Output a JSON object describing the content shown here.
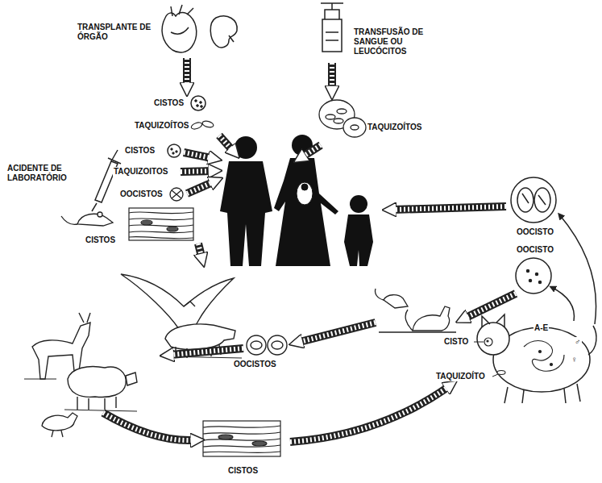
{
  "diagram": {
    "labels": [
      "TRANSPLANTE DE ÓRGÃO",
      "TRANSFUSÃO DE SANGUE OU LEUCÓCITOS",
      "CISTOS",
      "TAQUIZOÍTOS",
      "TAQUIZOÍTOS",
      "CISTOS",
      "ACIDENTE DE LABORATÓRIO",
      "TAQUIZOITOS",
      "OOCISTOS",
      "CISTOS",
      "OOCISTO",
      "OOCISTO",
      "A-E",
      "♂",
      "♀",
      "CISTO",
      "TAQUIZOÍTO",
      "OOCISTOS",
      "CISTOS"
    ]
  }
}
